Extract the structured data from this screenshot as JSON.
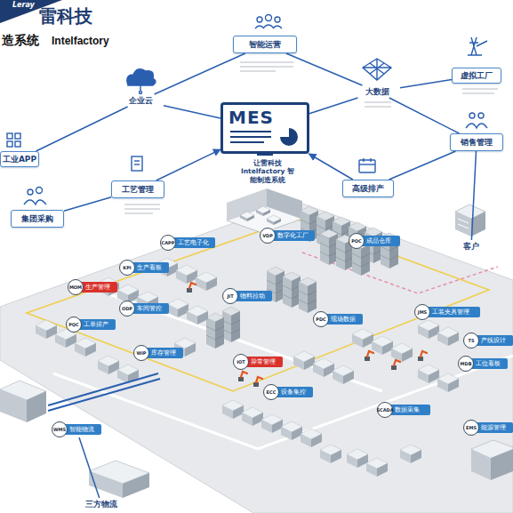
{
  "diagram": {
    "nodes": [
      {
        "text": [
          "智能运营"
        ]
      },
      {
        "text": [
          "企业云"
        ]
      },
      {
        "text": [
          "工业APP"
        ]
      },
      {
        "text": [
          "MES",
          "让雷科技 Intelfactory 智能制造系统"
        ]
      },
      {
        "text": [
          "大数据"
        ]
      },
      {
        "text": [
          "虚拟工厂"
        ]
      },
      {
        "text": [
          "销售管理"
        ]
      },
      {
        "text": [
          "高级排产"
        ]
      },
      {
        "text": [
          "工艺管理"
        ]
      },
      {
        "text": [
          "集团采购"
        ]
      },
      {
        "text": [
          "客户"
        ]
      },
      {
        "text": [
          "VDP",
          "数字化工厂"
        ]
      },
      {
        "text": [
          "POC",
          "成品仓库"
        ]
      },
      {
        "text": [
          "CAPP",
          "工艺电子化"
        ]
      },
      {
        "text": [
          "KPI",
          "生产看板"
        ]
      },
      {
        "text": [
          "MOM",
          "生产管理"
        ]
      },
      {
        "text": [
          "JIT",
          "物料拉动"
        ]
      },
      {
        "text": [
          "ODP",
          "车间管控"
        ]
      },
      {
        "text": [
          "PQC",
          "工单排产"
        ]
      },
      {
        "text": [
          "JMS",
          "工装夹具管理"
        ]
      },
      {
        "text": [
          "TS",
          "产线设计"
        ]
      },
      {
        "text": [
          "PDC",
          "现场数据"
        ]
      },
      {
        "text": [
          "WIP",
          "库存管理"
        ]
      },
      {
        "text": [
          "IOT",
          "异常管理"
        ]
      },
      {
        "text": [
          "ECC",
          "设备集控"
        ]
      },
      {
        "text": [
          "SCADA",
          "数据采集"
        ]
      },
      {
        "text": [
          "MDB",
          "工位看板"
        ]
      },
      {
        "text": [
          "EMS",
          "能源管理"
        ]
      },
      {
        "text": [
          "WMS",
          "智能物流"
        ]
      },
      {
        "text": [
          "三方物流"
        ]
      }
    ],
    "edges": [
      {
        "from": 1,
        "to": 0,
        "arrow": "none"
      },
      {
        "from": 1,
        "to": 2,
        "arrow": "none"
      },
      {
        "from": 1,
        "to": 3,
        "arrow": "none"
      },
      {
        "from": 0,
        "to": 4,
        "arrow": "none"
      },
      {
        "from": 4,
        "to": 5,
        "arrow": "none"
      },
      {
        "from": 4,
        "to": 6,
        "arrow": "none"
      },
      {
        "from": 4,
        "to": 3,
        "arrow": "none"
      },
      {
        "from": 8,
        "to": 3,
        "arrow": "to"
      },
      {
        "from": 7,
        "to": 3,
        "arrow": "to"
      },
      {
        "from": 6,
        "to": 7,
        "arrow": "none"
      },
      {
        "from": 8,
        "to": 9,
        "arrow": "none"
      },
      {
        "from": 10,
        "to": 6,
        "arrow": "none"
      },
      {
        "from": 28,
        "to": 29,
        "arrow": "none"
      }
    ],
    "labels": [
      "Leray",
      "雷科技",
      "造系统",
      "Intelfactory"
    ]
  }
}
